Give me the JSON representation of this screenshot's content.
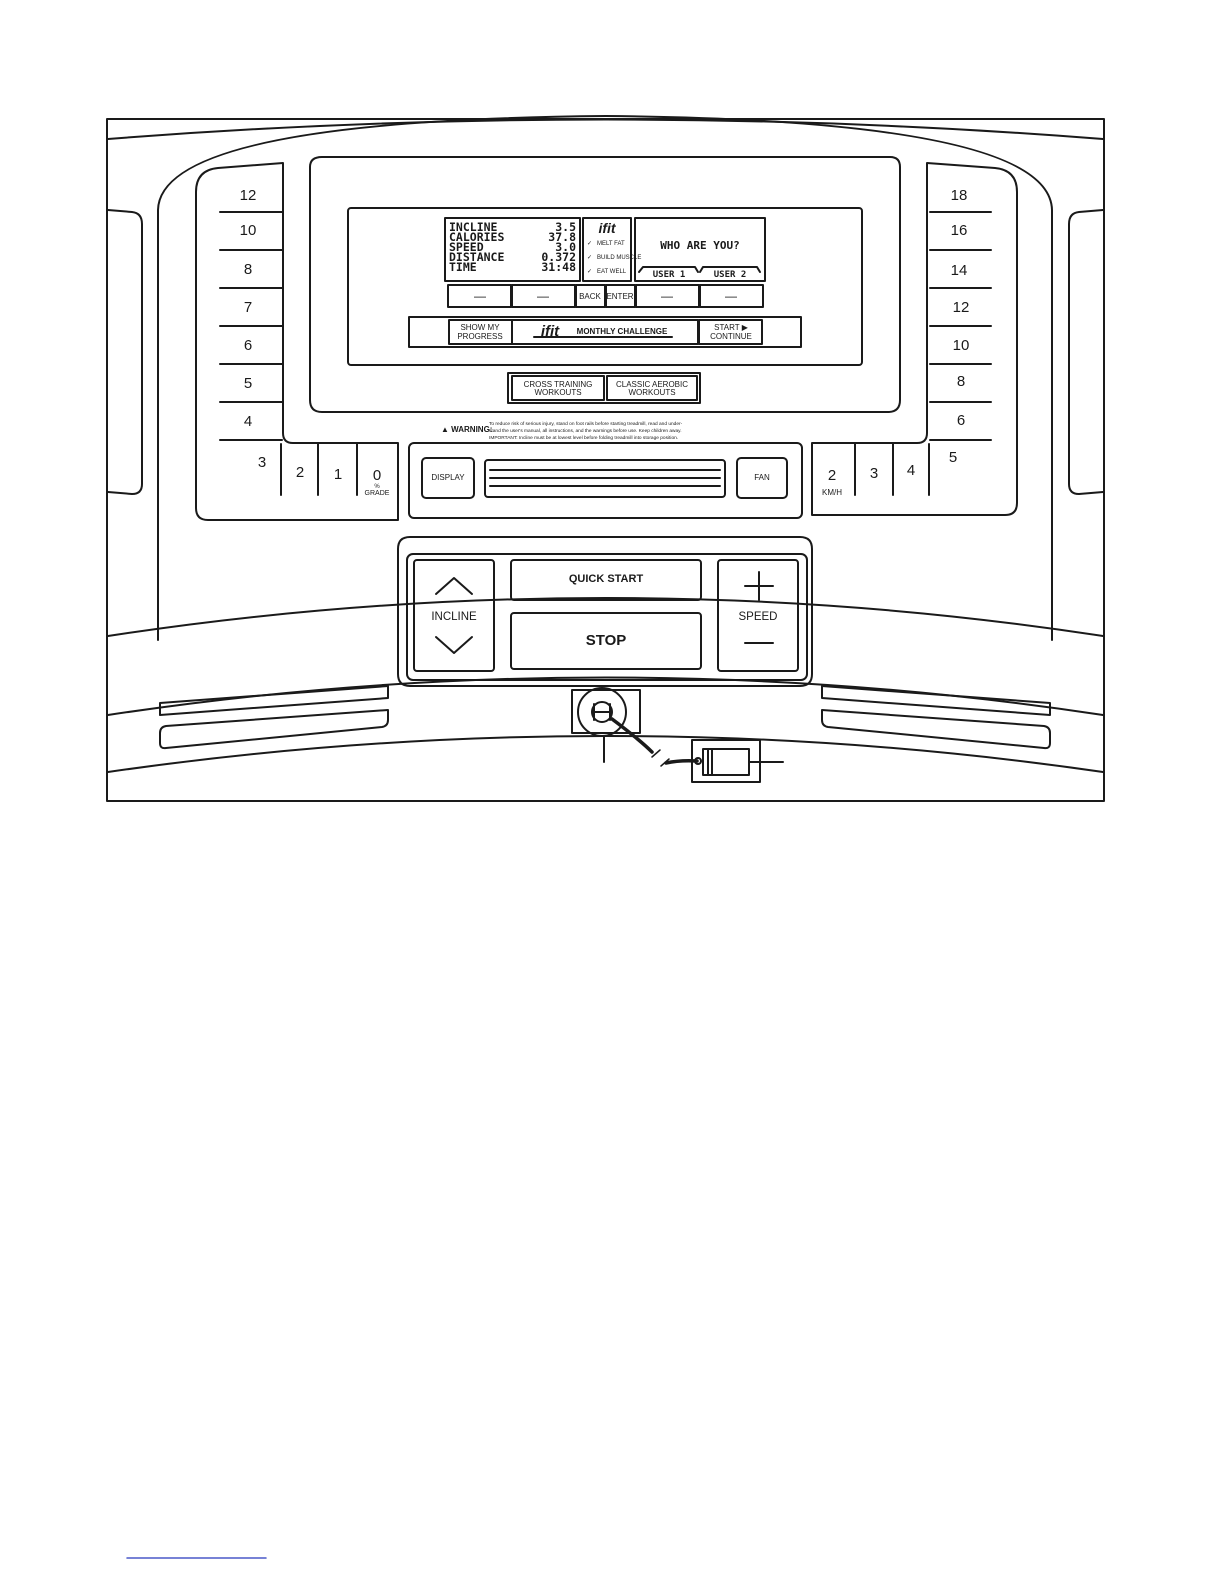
{
  "lcd": {
    "rows": [
      {
        "label": "INCLINE",
        "value": "3.5"
      },
      {
        "label": "CALORIES",
        "value": "37.8"
      },
      {
        "label": "SPEED",
        "value": "3.0"
      },
      {
        "label": "DISTANCE",
        "value": "0.372"
      },
      {
        "label": "TIME",
        "value": "31:48"
      }
    ],
    "ifit_logo": "ifit",
    "goals": [
      "MELT FAT",
      "BUILD MUSCLE",
      "EAT WELL"
    ],
    "prompt": "WHO ARE YOU?",
    "user1": "USER 1",
    "user2": "USER 2"
  },
  "display_buttons": {
    "dash": "—",
    "back": "BACK",
    "enter": "ENTER"
  },
  "ifit_bar": {
    "left_line1": "SHOW MY",
    "left_line2": "PROGRESS",
    "logo": "ifit",
    "center": "MONTHLY CHALLENGE",
    "right_line1": "START ▶",
    "right_line2": "CONTINUE"
  },
  "workouts": {
    "cross_line1": "CROSS TRAINING",
    "cross_line2": "WORKOUTS",
    "classic_line1": "CLASSIC AEROBIC",
    "classic_line2": "WORKOUTS"
  },
  "warning": {
    "label": "▲ WARNING:",
    "line1": "To reduce risk of serious injury, stand on foot rails before starting treadmill, read and under-",
    "line2": "stand the user's manual, all instructions, and the warnings before use. Keep children away.",
    "line3": "IMPORTANT: Incline must be at lowest level before folding treadmill into storage position."
  },
  "incline_keys": [
    "12",
    "10",
    "8",
    "7",
    "6",
    "5",
    "4",
    "3",
    "2",
    "1",
    "0"
  ],
  "incline_unit_top": "%",
  "incline_unit_bottom": "GRADE",
  "speed_keys": [
    "18",
    "16",
    "14",
    "12",
    "10",
    "8",
    "6",
    "5",
    "4",
    "3",
    "2"
  ],
  "speed_unit": "KM/H",
  "lower_buttons": {
    "display": "DISPLAY",
    "fan": "FAN",
    "quick_start": "QUICK START",
    "stop": "STOP",
    "incline": "INCLINE",
    "speed": "SPEED"
  }
}
